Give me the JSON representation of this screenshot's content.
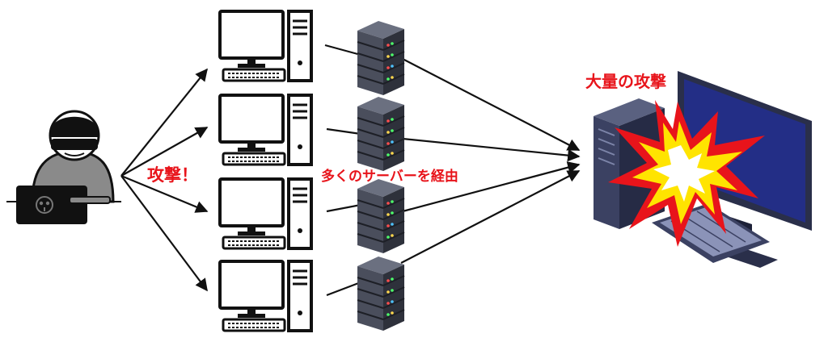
{
  "labels": {
    "attack": "攻撃！",
    "via_servers": "多くのサーバーを経由",
    "massive_attack": "大量の攻撃"
  },
  "colors": {
    "label_red": "#e8141b",
    "ink": "#111111",
    "server_body": "#4a4e5c",
    "server_dark": "#2e313b",
    "target_screen": "#232e86",
    "target_frame": "#2a2f4a",
    "explosion_outer": "#e8141b",
    "explosion_mid": "#ffe400",
    "explosion_core": "#ffffff"
  },
  "icons": {
    "attacker": "hacker-with-laptop-icon",
    "relay_pc": "desktop-pc-icon",
    "relay_server": "server-rack-icon",
    "target": "target-computer-icon",
    "impact": "explosion-icon"
  }
}
